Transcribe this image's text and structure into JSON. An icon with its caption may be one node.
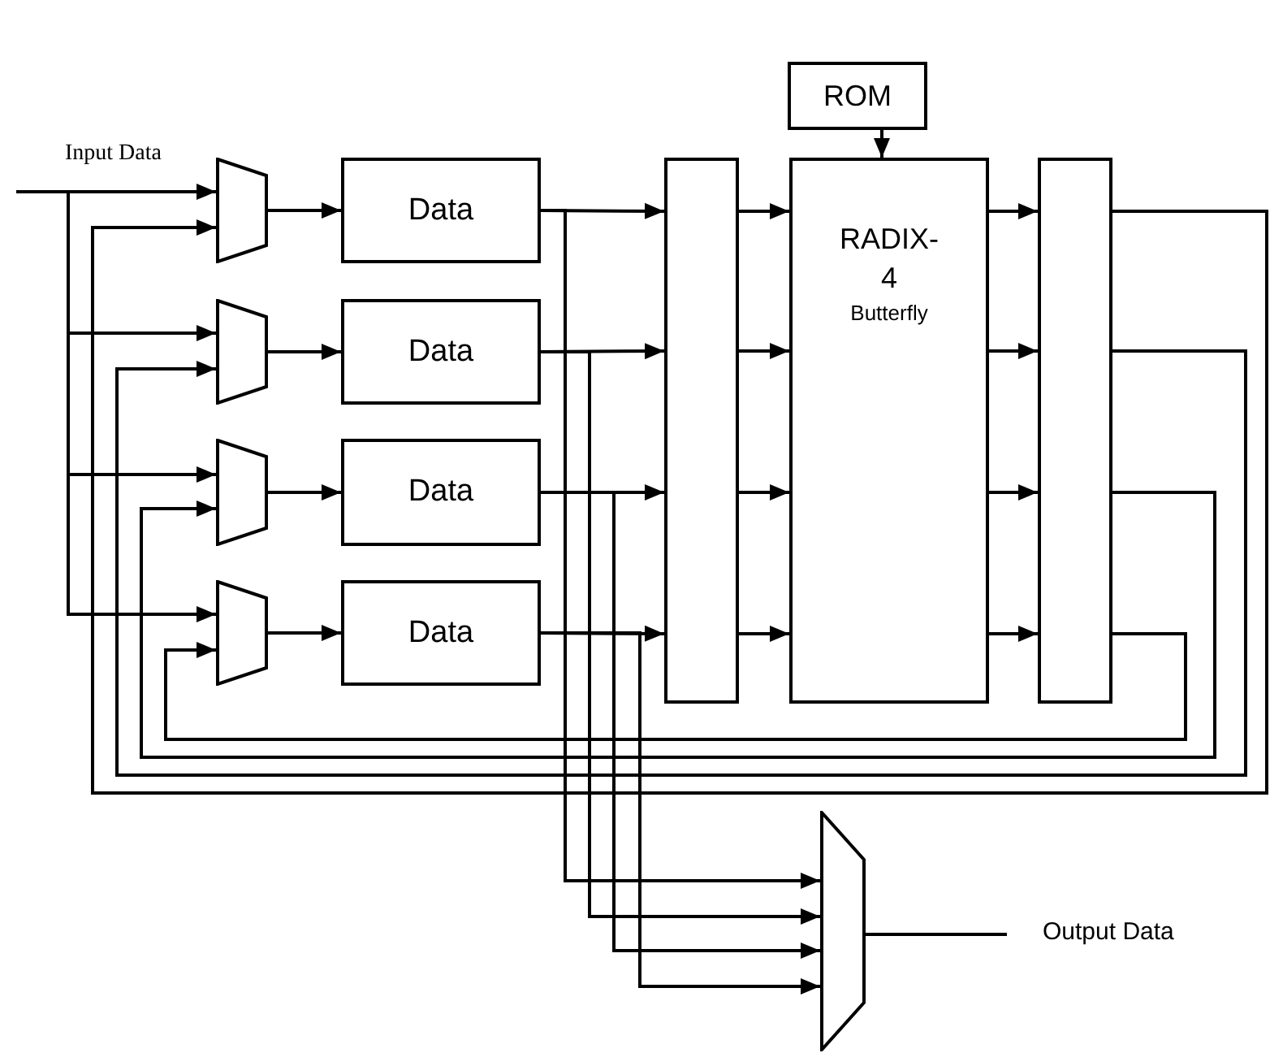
{
  "diagram": {
    "nodes": [
      {
        "text": [
          "ROM"
        ]
      },
      {
        "text": [],
        "shape": "trapezoid"
      },
      {
        "text": [],
        "shape": "trapezoid"
      },
      {
        "text": [],
        "shape": "trapezoid"
      },
      {
        "text": [],
        "shape": "trapezoid"
      },
      {
        "text": [
          "Data"
        ]
      },
      {
        "text": [
          "Data"
        ]
      },
      {
        "text": [
          "Data"
        ]
      },
      {
        "text": [
          "Data"
        ]
      },
      {
        "text": [],
        "shape": "box"
      },
      {
        "text": [
          "RADIX-4",
          "Butterfly"
        ]
      },
      {
        "text": [],
        "shape": "box"
      },
      {
        "text": [],
        "shape": "trapezoid"
      },
      {
        "text": [
          "Output Data"
        ]
      }
    ],
    "edges": [
      {
        "from": null,
        "to": 1,
        "arrow": "to"
      },
      {
        "from": null,
        "to": 2,
        "arrow": "to"
      },
      {
        "from": null,
        "to": 3,
        "arrow": "to"
      },
      {
        "from": null,
        "to": 4,
        "arrow": "to"
      },
      {
        "from": 1,
        "to": 5,
        "arrow": "to"
      },
      {
        "from": 2,
        "to": 6,
        "arrow": "to"
      },
      {
        "from": 3,
        "to": 7,
        "arrow": "to"
      },
      {
        "from": 4,
        "to": 8,
        "arrow": "to"
      },
      {
        "from": 5,
        "to": 9,
        "arrow": "to"
      },
      {
        "from": 6,
        "to": 9,
        "arrow": "to"
      },
      {
        "from": 7,
        "to": 9,
        "arrow": "to"
      },
      {
        "from": 8,
        "to": 9,
        "arrow": "to"
      },
      {
        "from": 9,
        "to": 10,
        "arrow": "to"
      },
      {
        "from": 9,
        "to": 10,
        "arrow": "to"
      },
      {
        "from": 9,
        "to": 10,
        "arrow": "to"
      },
      {
        "from": 9,
        "to": 10,
        "arrow": "to"
      },
      {
        "from": 10,
        "to": 11,
        "arrow": "to"
      },
      {
        "from": 10,
        "to": 11,
        "arrow": "to"
      },
      {
        "from": 10,
        "to": 11,
        "arrow": "to"
      },
      {
        "from": 10,
        "to": 11,
        "arrow": "to"
      },
      {
        "from": 0,
        "to": 10,
        "arrow": "to"
      },
      {
        "from": 11,
        "to": 1,
        "arrow": "to"
      },
      {
        "from": 11,
        "to": 2,
        "arrow": "to"
      },
      {
        "from": 11,
        "to": 3,
        "arrow": "to"
      },
      {
        "from": 11,
        "to": 4,
        "arrow": "to"
      },
      {
        "from": 5,
        "to": 12,
        "arrow": "to"
      },
      {
        "from": 6,
        "to": 12,
        "arrow": "to"
      },
      {
        "from": 7,
        "to": 12,
        "arrow": "to"
      },
      {
        "from": 8,
        "to": 12,
        "arrow": "to"
      },
      {
        "from": 12,
        "to": 13,
        "arrow": "none"
      }
    ],
    "labels": [
      "Input Data"
    ]
  }
}
